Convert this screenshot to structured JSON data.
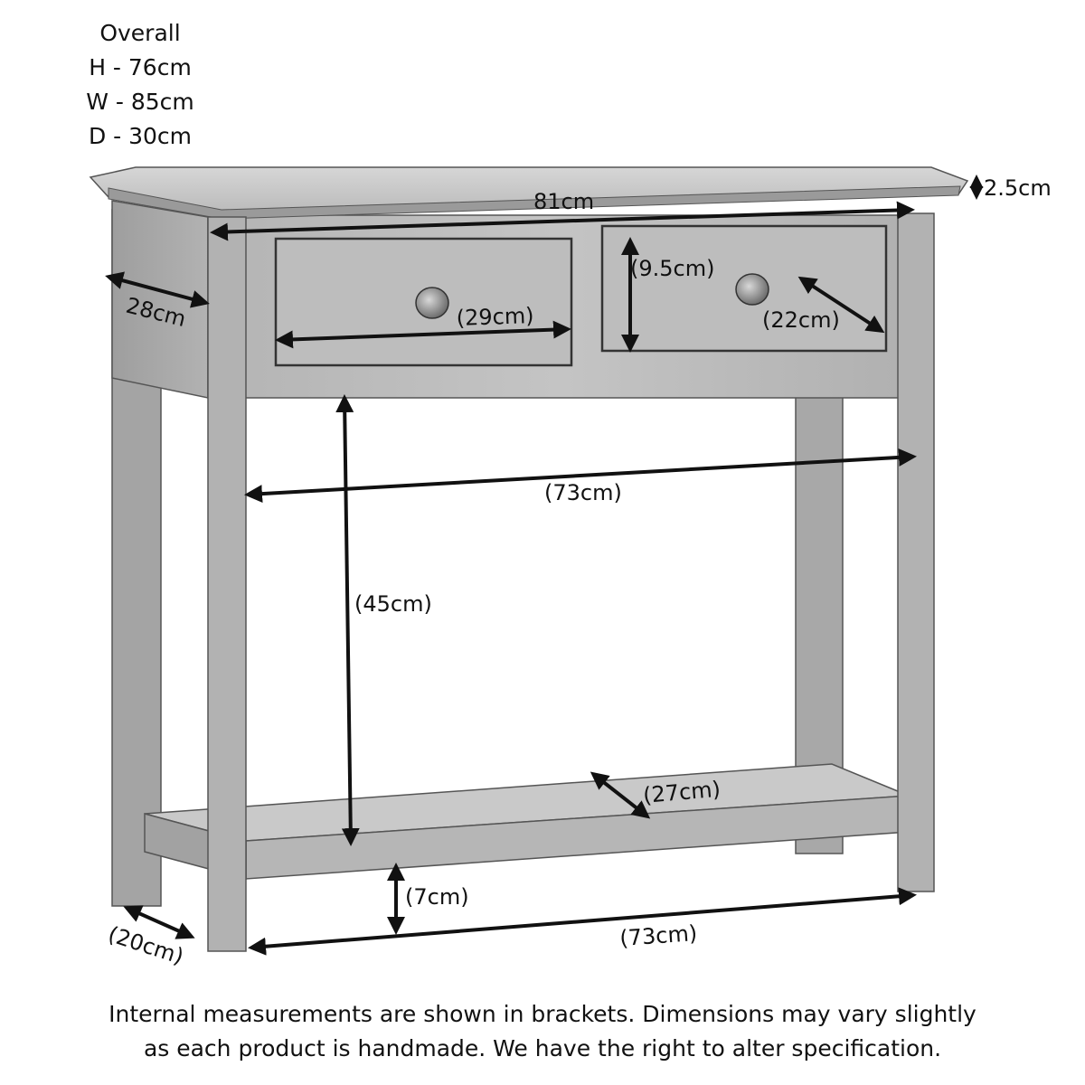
{
  "overall": {
    "heading": "Overall",
    "height": "H - 76cm",
    "width": "W - 85cm",
    "depth": "D - 30cm"
  },
  "dimensions": {
    "top_thickness": "2.5cm",
    "top_width": "81cm",
    "side_depth": "28cm",
    "drawer_height": "(9.5cm)",
    "drawer_width": "(29cm)",
    "drawer_depth": "(22cm)",
    "inner_width_upper": "(73cm)",
    "inner_height": "(45cm)",
    "shelf_depth": "(27cm)",
    "shelf_clearance": "(7cm)",
    "inner_width_lower": "(73cm)",
    "leg_depth": "(20cm)"
  },
  "footnote": {
    "line1": "Internal measurements are shown in brackets. Dimensions may vary slightly",
    "line2": "as each product is handmade. We have the right to alter specification."
  }
}
